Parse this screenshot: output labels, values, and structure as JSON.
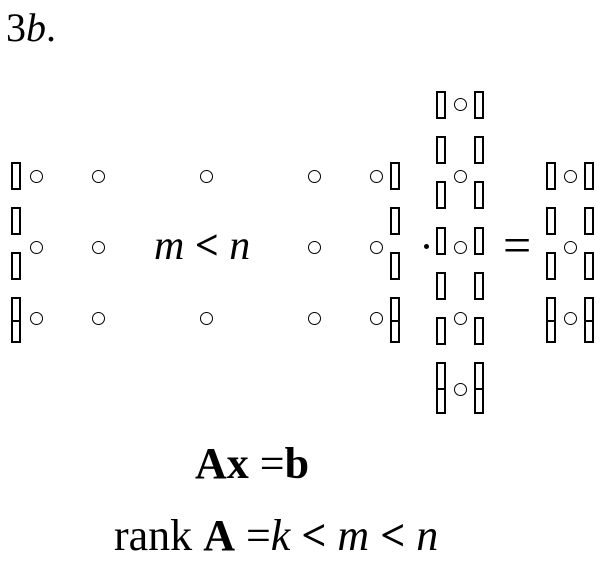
{
  "title": {
    "number": "3",
    "letter": "b",
    "punct": "."
  },
  "matrix_label": {
    "m": "m",
    "lt": "<",
    "n": "n"
  },
  "multiply_symbol": "·",
  "equals_symbol": "=",
  "equation_1": {
    "A": "A",
    "x": "x",
    "eq": "=",
    "b": "b"
  },
  "equation_2": {
    "rank": "rank",
    "A": "A",
    "eq": "=",
    "k": "k",
    "lt1": "<",
    "m": "m",
    "lt2": "<",
    "n": "n"
  }
}
